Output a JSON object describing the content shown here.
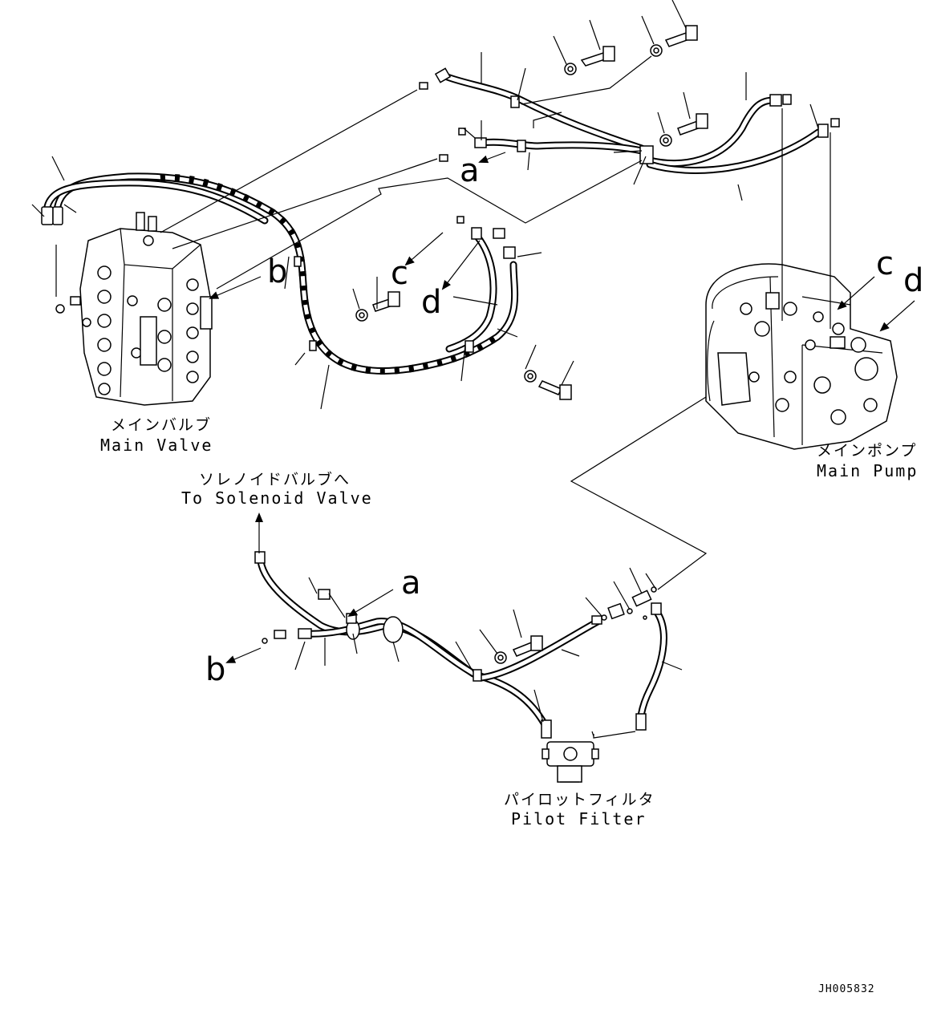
{
  "labels": {
    "main_valve_jp": "メインバルブ",
    "main_valve_en": "Main Valve",
    "main_pump_jp": "メインポンプ",
    "main_pump_en": "Main Pump",
    "solenoid_jp": "ソレノイドバルブへ",
    "solenoid_en": "To Solenoid Valve",
    "pilot_filter_jp": "パイロットフィルタ",
    "pilot_filter_en": "Pilot Filter"
  },
  "callouts": {
    "a_top": "a",
    "b_top": "b",
    "c_top": "c",
    "d_top": "d",
    "c_pump": "c",
    "d_pump": "d",
    "a_bottom": "a",
    "b_bottom": "b"
  },
  "drawing_number": "JH005832"
}
